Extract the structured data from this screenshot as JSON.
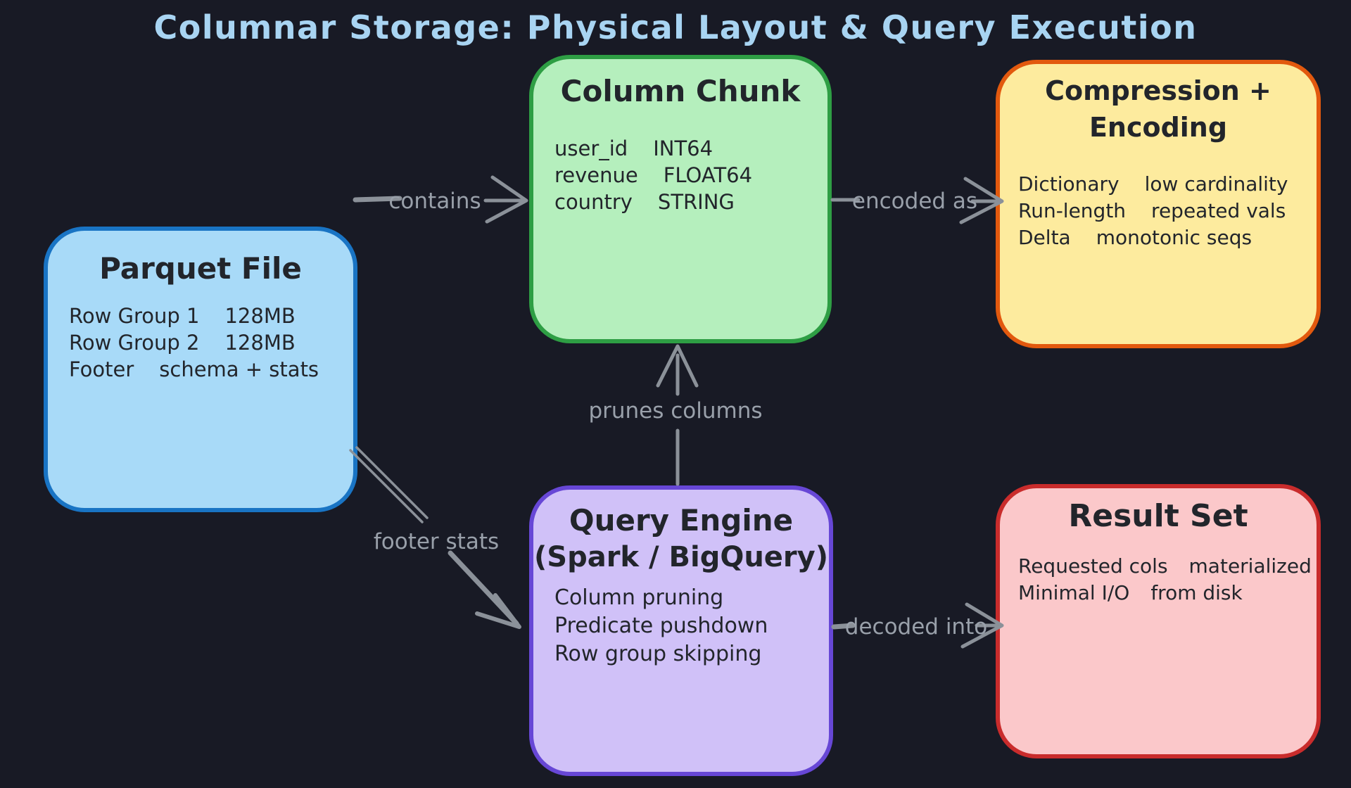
{
  "title": "Columnar Storage: Physical Layout & Query Execution",
  "colors": {
    "background": "#181a25",
    "title_text": "#a8d4f2",
    "arrow_gray": "#8b9199",
    "box_text": "#22252b",
    "parquet_fill": "#a8daf8",
    "parquet_border": "#1974c4",
    "chunk_fill": "#b5efbd",
    "chunk_border": "#2e9e44",
    "compression_fill": "#fdeb9e",
    "compression_border": "#e2590e",
    "engine_fill": "#d0c1f8",
    "engine_border": "#6747d6",
    "result_fill": "#fbc8ca",
    "result_border": "#c92c2c"
  },
  "boxes": {
    "parquet_file": {
      "title": "Parquet File",
      "rows": [
        {
          "name": "Row Group 1",
          "value": "128MB"
        },
        {
          "name": "Row Group 2",
          "value": "128MB"
        },
        {
          "name": "Footer",
          "value": "schema + stats"
        }
      ]
    },
    "column_chunk": {
      "title": "Column Chunk",
      "rows": [
        {
          "name": "user_id",
          "value": "INT64"
        },
        {
          "name": "revenue",
          "value": "FLOAT64"
        },
        {
          "name": "country",
          "value": "STRING"
        }
      ]
    },
    "compression_encoding": {
      "title": "Compression + Encoding",
      "rows": [
        {
          "name": "Dictionary",
          "value": "low cardinality"
        },
        {
          "name": "Run-length",
          "value": "repeated vals"
        },
        {
          "name": "Delta",
          "value": "monotonic seqs"
        }
      ]
    },
    "query_engine": {
      "title": "Query Engine",
      "subtitle": "(Spark / BigQuery)",
      "rows": [
        {
          "text": "Column pruning"
        },
        {
          "text": "Predicate pushdown"
        },
        {
          "text": "Row group skipping"
        }
      ]
    },
    "result_set": {
      "title": "Result Set",
      "rows": [
        {
          "name": "Requested cols",
          "value": "materialized"
        },
        {
          "name": "Minimal I/O",
          "value": "from disk"
        }
      ]
    }
  },
  "arrows": {
    "contains": {
      "label": "contains"
    },
    "encoded_as": {
      "label": "encoded as"
    },
    "prunes_columns": {
      "label": "prunes columns"
    },
    "footer_stats": {
      "label": "footer stats"
    },
    "decoded_into": {
      "label": "decoded into"
    }
  }
}
